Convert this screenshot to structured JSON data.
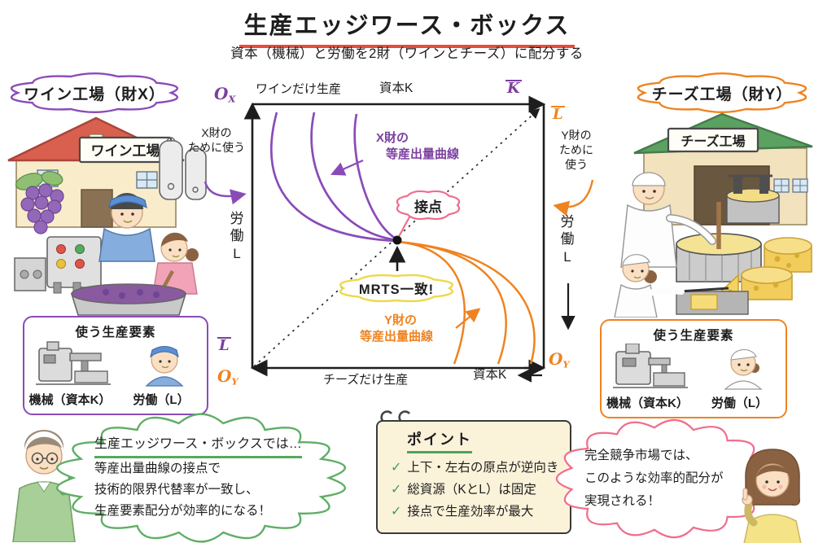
{
  "header": {
    "title": "生産エッジワース・ボックス",
    "subtitle": "資本（機械）と労働を2財（ワインとチーズ）に配分する"
  },
  "wine": {
    "bubble": "ワイン工場（財X）",
    "sign": "ワイン工場",
    "factors": {
      "title": "使う生産要素",
      "capital": "機械（資本K）",
      "labor": "労働（L）"
    }
  },
  "cheese": {
    "bubble": "チーズ工場（財Y）",
    "sign": "チーズ工場",
    "factors": {
      "title": "使う生産要素",
      "capital": "機械（資本K）",
      "labor": "労働（L）"
    }
  },
  "diagram": {
    "origin_x_main": "O",
    "origin_x_sub": "X",
    "origin_y_main": "O",
    "origin_y_sub": "Y",
    "k_bar": "K",
    "l_bar": "L",
    "wine_only": "ワインだけ生産",
    "cheese_only": "チーズだけ生産",
    "capital_top": "資本K",
    "capital_bottom": "資本K",
    "labor_left": "労働L",
    "labor_right": "労働L",
    "x_use": [
      "X財の",
      "ために使う"
    ],
    "y_use": [
      "Y財の",
      "ために",
      "使う"
    ],
    "x_isoquant": [
      "X財の",
      "等産出量曲線"
    ],
    "y_isoquant": [
      "Y財の",
      "等産出量曲線"
    ],
    "tangent_bubble": "接点",
    "mrts_bubble": "MRTS一致!"
  },
  "point_card": {
    "title": "ポイント",
    "check_icon": "✓",
    "items": [
      "上下・左右の原点が逆向き",
      "総資源（KとL）は固定",
      "接点で生産効率が最大"
    ]
  },
  "green_bubble": {
    "heading": "生産エッジワース・ボックスでは…",
    "lines": [
      "等産出量曲線の接点で",
      "技術的限界代替率が一致し、",
      "生産要素配分が効率的になる！"
    ]
  },
  "pink_bubble": {
    "lines": [
      "完全競争市場では、",
      "このような効率的配分が",
      "実現される！"
    ]
  },
  "colors": {
    "accent_purple": "#8a4bb8",
    "accent_orange": "#ef8321",
    "title_underline_red": "#e84b3a",
    "tangent_pink": "#f06d8c",
    "mrts_yellow": "#eed84b",
    "green": "#5fae66",
    "card_bg": "#faf3da",
    "wine_roof_red": "#d9604f",
    "cheese_roof_green": "#5ba161"
  }
}
